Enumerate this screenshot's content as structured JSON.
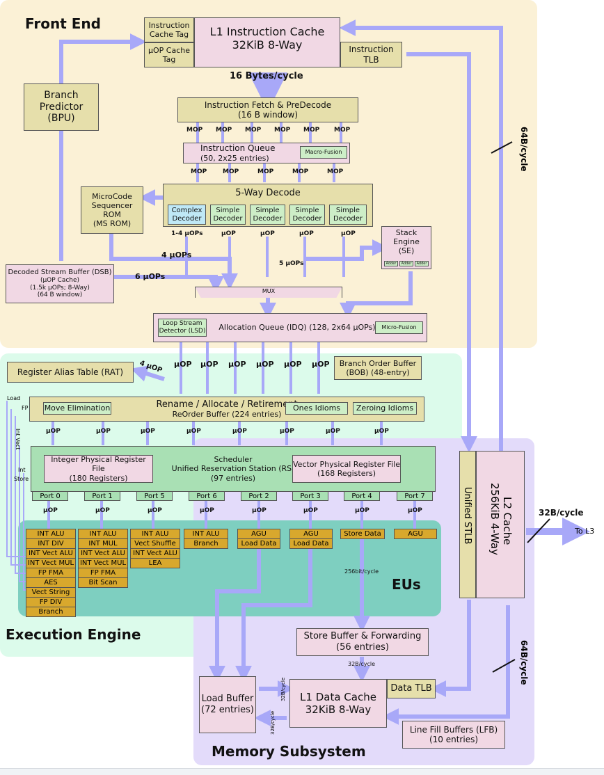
{
  "regions": {
    "front_end": "Front End",
    "execution_engine": "Execution Engine",
    "eus": "EUs",
    "memory_subsystem": "Memory Subsystem"
  },
  "front_end": {
    "icache_tag": "Instruction Cache Tag",
    "uop_cache_tag": "µOP Cache Tag",
    "l1i_title": "L1 Instruction Cache",
    "l1i_sub": "32KiB 8-Way",
    "itlb": "Instruction TLB",
    "bytes_per_cycle": "16 Bytes/cycle",
    "bpu_line1": "Branch",
    "bpu_line2": "Predictor",
    "bpu_line3": "(BPU)",
    "fetch_title": "Instruction Fetch & PreDecode",
    "fetch_sub": "(16 B window)",
    "mop": "MOP",
    "iq_title": "Instruction Queue",
    "iq_sub": "(50, 2x25 entries)",
    "macro_fusion": "Macro-Fusion",
    "decode_title": "5-Way Decode",
    "complex_decoder": "Complex Decoder",
    "simple_decoder": "Simple Decoder",
    "msrom_line1": "MicroCode",
    "msrom_line2": "Sequencer",
    "msrom_line3": "ROM",
    "msrom_line4": "(MS ROM)",
    "uops_1_4": "1-4 µOPs",
    "uop": "µOP",
    "uops_4": "4 µOPs",
    "uops_5": "5 µOPs",
    "uops_6": "6 µOPs",
    "stack_line1": "Stack",
    "stack_line2": "Engine",
    "stack_line3": "(SE)",
    "adder": "Adder",
    "dsb_title": "Decoded Stream Buffer (DSB)",
    "dsb_l2": "(µOP Cache)",
    "dsb_l3": "(1.5k µOPs; 8-Way)",
    "dsb_l4": "(64 B window)",
    "mux": "MUX",
    "lsd": "Loop Stream Detector (LSD)",
    "idq": "Allocation Queue (IDQ) (128, 2x64 µOPs)",
    "micro_fusion": "Micro-Fusion",
    "rate_64b": "64B/cycle"
  },
  "execution": {
    "rat": "Register Alias Table (RAT)",
    "four_uop": "4 µOP",
    "bob_title": "Branch Order Buffer",
    "bob_sub": "(BOB) (48-entry)",
    "uop": "µOP",
    "rename_title": "Rename / Allocate / Retirement",
    "rob": "ReOrder Buffer (224 entries)",
    "move_elim": "Move Elimination",
    "ones_idioms": "Ones Idioms",
    "zeroing_idioms": "Zeroing Idioms",
    "int_prf": "Integer Physical Register File",
    "int_prf_sub": "(180 Registers)",
    "sched_title": "Scheduler",
    "sched_l2": "Unified Reservation Station (RS)",
    "sched_l3": "(97 entries)",
    "vec_prf": "Vector Physical Register File",
    "vec_prf_sub": "(168 Registers)",
    "side_load": "Load",
    "side_fp": "FP",
    "side_int_vect": "Int Vect",
    "side_int": "Int",
    "side_store": "Store",
    "ports": [
      "Port 0",
      "Port 1",
      "Port 5",
      "Port 6",
      "Port 2",
      "Port 3",
      "Port 4",
      "Port 7"
    ],
    "eu_port0": [
      "INT ALU",
      "INT DIV",
      "INT Vect ALU",
      "INT Vect MUL",
      "FP FMA",
      "AES",
      "Vect String",
      "FP DIV",
      "Branch"
    ],
    "eu_port1": [
      "INT ALU",
      "INT MUL",
      "INT Vect ALU",
      "INT Vect MUL",
      "FP FMA",
      "Bit Scan"
    ],
    "eu_port5": [
      "INT ALU",
      "Vect Shuffle",
      "INT Vect ALU",
      "LEA"
    ],
    "eu_port6": [
      "INT ALU",
      "Branch"
    ],
    "eu_port2": [
      "AGU",
      "Load Data"
    ],
    "eu_port3": [
      "AGU",
      "Load Data"
    ],
    "eu_port4": [
      "Store Data"
    ],
    "eu_port7": [
      "AGU"
    ],
    "rate_256": "256bit/cycle"
  },
  "memory": {
    "stlb": "Unified STLB",
    "l2_title": "L2 Cache",
    "l2_sub": "256KiB 4-Way",
    "rate_32b": "32B/cycle",
    "to_l3": "To L3",
    "store_buffer": "Store Buffer & Forwarding",
    "store_buffer_sub": "(56 entries)",
    "rate_32b_small": "32B/cycle",
    "load_buffer": "Load Buffer",
    "load_buffer_sub": "(72 entries)",
    "l1d_title": "L1 Data Cache",
    "l1d_sub": "32KiB 8-Way",
    "dtlb": "Data TLB",
    "lfb": "Line Fill Buffers (LFB)",
    "lfb_sub": "(10 entries)",
    "rate_64b": "64B/cycle"
  },
  "colors": {
    "front_end_bg": "#fbf1d6",
    "execution_bg": "#dcfbeb",
    "eus_bg": "#7ecfc0",
    "memory_bg": "#e3dbfa",
    "arrow": "#a8a8f8"
  }
}
